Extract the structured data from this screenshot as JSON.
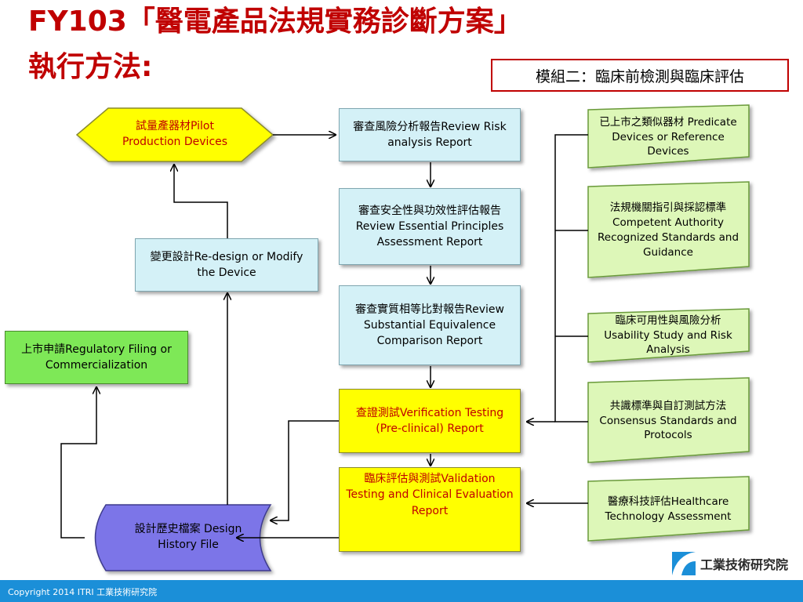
{
  "title": {
    "line1": "FY103「醫電產品法規實務診斷方案」",
    "line2": "執行方法:"
  },
  "module_label": "模組二：臨床前檢測與臨床評估",
  "nodes": {
    "pilot": "試量產器材Pilot Production Devices",
    "risk": "審查風險分析報告Review Risk analysis Report",
    "essential": "審查安全性與功效性評估報告Review Essential Principles Assessment Report",
    "equivalence": "審查實質相等比對報告Review Substantial Equivalence Comparison Report",
    "verification": "查證測試Verification Testing (Pre-clinical) Report",
    "validation": "臨床評估與測試Validation Testing and Clinical Evaluation Report",
    "redesign": "變更設計Re-design or Modify the Device",
    "filing": "上市申請Regulatory Filing or Commercialization",
    "dhf": "設計歷史檔案 Design History File"
  },
  "docs": [
    "已上市之類似器材 Predicate Devices or Reference Devices",
    "法規機關指引與採認標準 Competent Authority Recognized Standards and Guidance",
    "臨床可用性與風險分析 Usability Study and Risk Analysis",
    "共識標準與自訂測試方法 Consensus Standards and Protocols",
    "醫療科技評估Healthcare Technology Assessment"
  ],
  "footer": {
    "copyright": "Copyright 2014 ITRI 工業技術研究院",
    "logo_text": "工業技術研究院"
  },
  "colors": {
    "title_red": "#c00000",
    "cyan_box": "#d4f1f7",
    "yellow_box": "#ffff00",
    "green_box": "#7ee857",
    "doc_green": "#ddf7b8",
    "dhf_purple": "#7b74e8",
    "footer_blue": "#1b8fd8"
  }
}
